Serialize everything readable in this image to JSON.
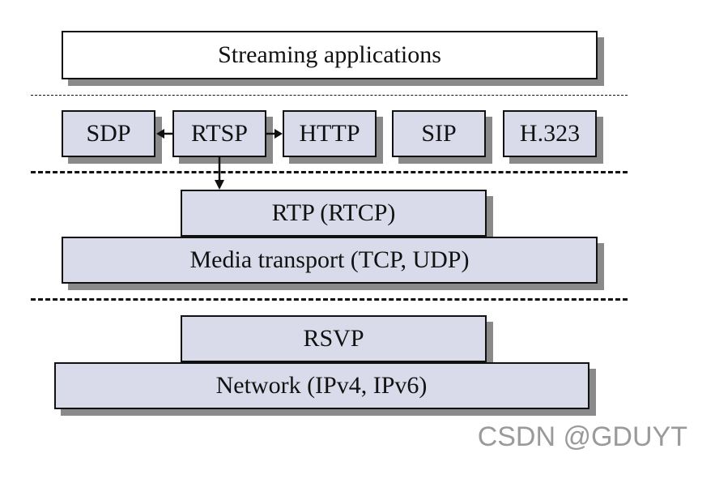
{
  "colors": {
    "box_fill_top": "#ffffff",
    "box_fill": "#d9dbea",
    "border": "#111111",
    "shadow": "#8a8a8a",
    "watermark": "#9a9a9a"
  },
  "layers": {
    "applications": {
      "label": "Streaming applications"
    },
    "session": {
      "sdp": "SDP",
      "rtsp": "RTSP",
      "http": "HTTP",
      "sip": "SIP",
      "h323": "H.323"
    },
    "transport": {
      "rtp": "RTP (RTCP)",
      "media": "Media transport (TCP, UDP)"
    },
    "network": {
      "rsvp": "RSVP",
      "ip": "Network (IPv4, IPv6)"
    }
  },
  "connections": [
    {
      "from": "RTSP",
      "to": "SDP"
    },
    {
      "from": "RTSP",
      "to": "HTTP"
    },
    {
      "from": "RTSP",
      "to": "RTP (RTCP)"
    }
  ],
  "watermark": "CSDN @GDUYT"
}
